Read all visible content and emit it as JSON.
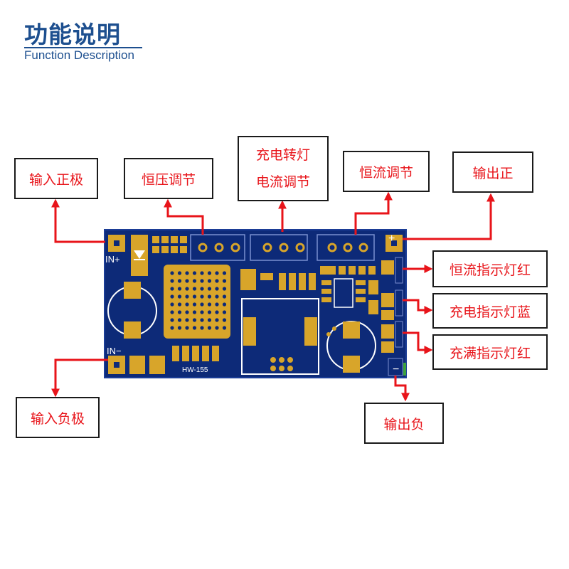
{
  "header": {
    "title_cn": "功能说明",
    "title_en": "Function Description"
  },
  "board": {
    "model": "HW-155",
    "in_plus": "IN+",
    "in_minus": "IN−",
    "out_plus": "+",
    "out_minus": "−"
  },
  "labels": {
    "input_positive": "输入正极",
    "cv_adjust": "恒压调节",
    "charge_switch_line1": "充电转灯",
    "charge_switch_line2": "电流调节",
    "cc_adjust": "恒流调节",
    "output_positive": "输出正",
    "cc_indicator_red": "恒流指示灯红",
    "charge_indicator_blue": "充电指示灯蓝",
    "full_indicator_red": "充满指示灯红",
    "input_negative": "输入负极",
    "output_negative": "输出负"
  },
  "colors": {
    "title": "#1d4f8f",
    "pcb": "#0d2a78",
    "pad": "#d8a52a",
    "arrow": "#e8141a",
    "label_text": "#e8141a"
  }
}
